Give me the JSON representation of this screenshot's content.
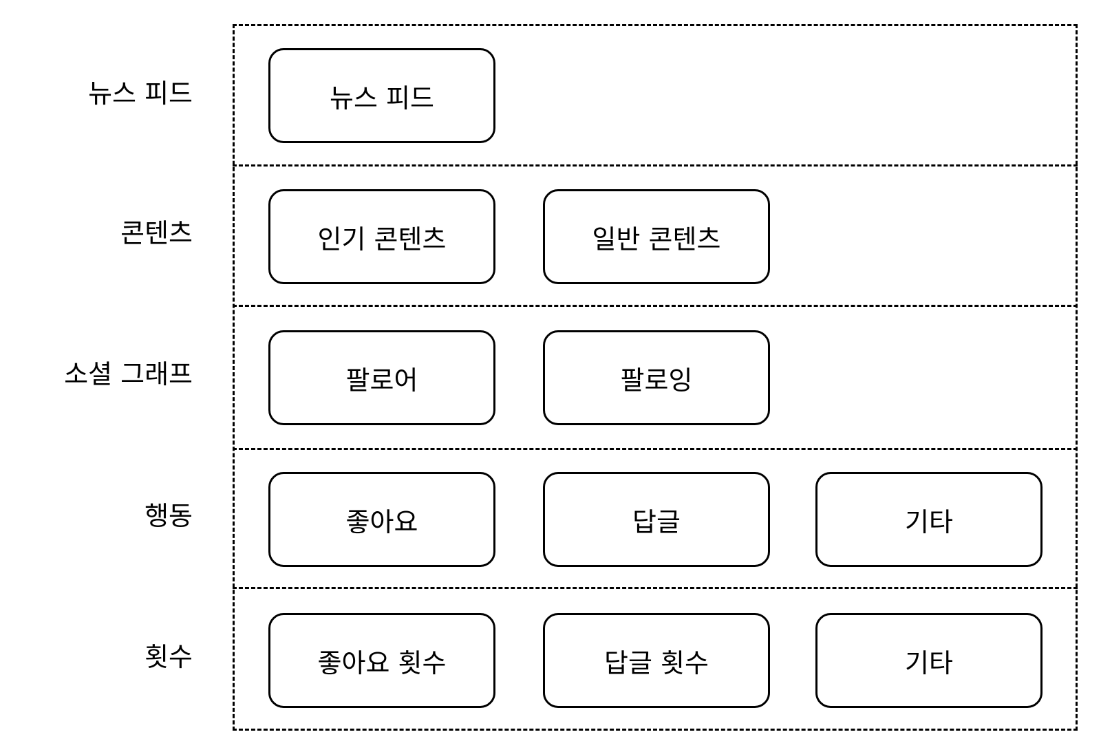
{
  "rows": [
    {
      "label": "뉴스 피드",
      "nodes": [
        "뉴스 피드"
      ]
    },
    {
      "label": "콘텐츠",
      "nodes": [
        "인기 콘텐츠",
        "일반 콘텐츠"
      ]
    },
    {
      "label": "소셜 그래프",
      "nodes": [
        "팔로어",
        "팔로잉"
      ]
    },
    {
      "label": "행동",
      "nodes": [
        "좋아요",
        "답글",
        "기타"
      ]
    },
    {
      "label": "횟수",
      "nodes": [
        "좋아요 횟수",
        "답글 횟수",
        "기타"
      ]
    }
  ]
}
